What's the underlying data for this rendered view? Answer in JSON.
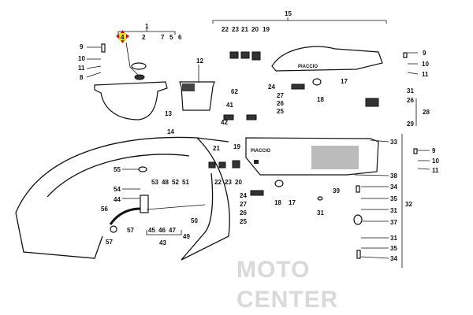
{
  "watermark": {
    "line1": "MOTO",
    "line2": "CENTER"
  },
  "brand_on_parts": "PIACCIO",
  "highlight_color": "#f5e600",
  "marker_color": "#e00000",
  "labels": [
    "1",
    "4",
    "2",
    "7",
    "5",
    "6",
    "9",
    "10",
    "11",
    "8",
    "12",
    "13",
    "14",
    "62",
    "41",
    "42",
    "19",
    "15",
    "22",
    "23",
    "21",
    "20",
    "19",
    "24",
    "27",
    "26",
    "25",
    "18",
    "17",
    "9",
    "10",
    "11",
    "31",
    "26",
    "28",
    "29",
    "33",
    "21",
    "22",
    "23",
    "20",
    "55",
    "53",
    "48",
    "52",
    "51",
    "54",
    "44",
    "56",
    "57",
    "57",
    "45",
    "46",
    "47",
    "49",
    "50",
    "43",
    "24",
    "27",
    "26",
    "25",
    "18",
    "17",
    "9",
    "10",
    "11",
    "38",
    "39",
    "31",
    "34",
    "35",
    "32",
    "31",
    "37",
    "31",
    "35",
    "34"
  ]
}
